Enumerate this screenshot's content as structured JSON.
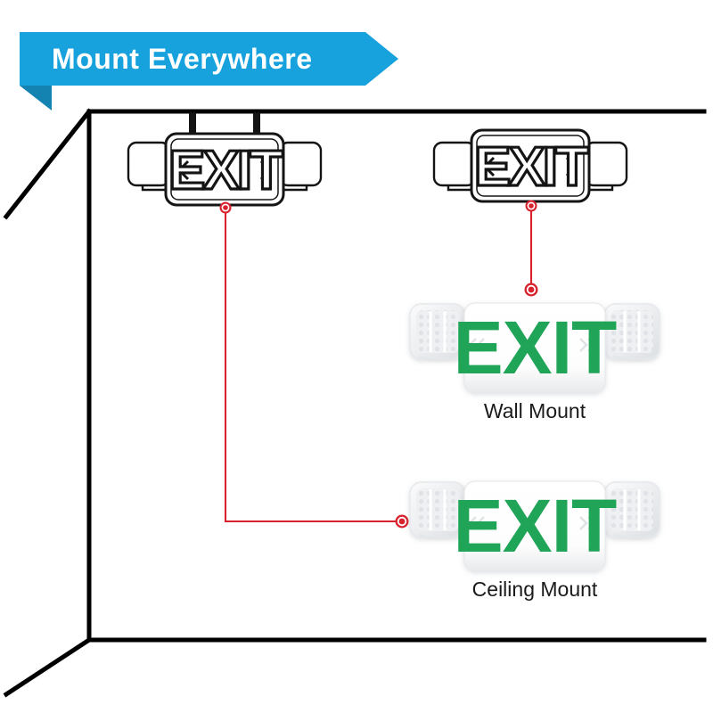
{
  "banner": {
    "label": "Mount   Everywhere",
    "word_1": "Mount",
    "word_2": "Everywhere",
    "fill_color": "#17a2dd",
    "fold_color": "#1483b2",
    "text_color": "#ffffff"
  },
  "scene": {
    "title": "room-wireframe",
    "line_color": "#000000",
    "background": "#ffffff"
  },
  "wires": {
    "color": "#d8222e",
    "dot_color": "#d8222e",
    "left_run_label": "ceiling-sign-to-ceiling-mount-product",
    "right_run_label": "ceiling-sign-to-wall-mount-product"
  },
  "line_signs": [
    {
      "id": "ceiling-sign-left",
      "exit_text": "EXIT",
      "left_arrow": "«",
      "right_arrow": "»",
      "has_stems": true,
      "stem_count": 2
    },
    {
      "id": "ceiling-sign-right",
      "exit_text": "EXIT",
      "left_arrow": "«",
      "right_arrow": "»",
      "has_stems": false,
      "stem_count": 0
    }
  ],
  "products": [
    {
      "id": "wall-mount",
      "caption": "Wall Mount",
      "exit_text": "EXIT",
      "exit_color": "#20a457",
      "body_color": "#ffffff",
      "lamp_count": 2
    },
    {
      "id": "ceiling-mount",
      "caption": "Ceiling Mount",
      "exit_text": "EXIT",
      "exit_color": "#20a457",
      "body_color": "#ffffff",
      "lamp_count": 2
    }
  ]
}
